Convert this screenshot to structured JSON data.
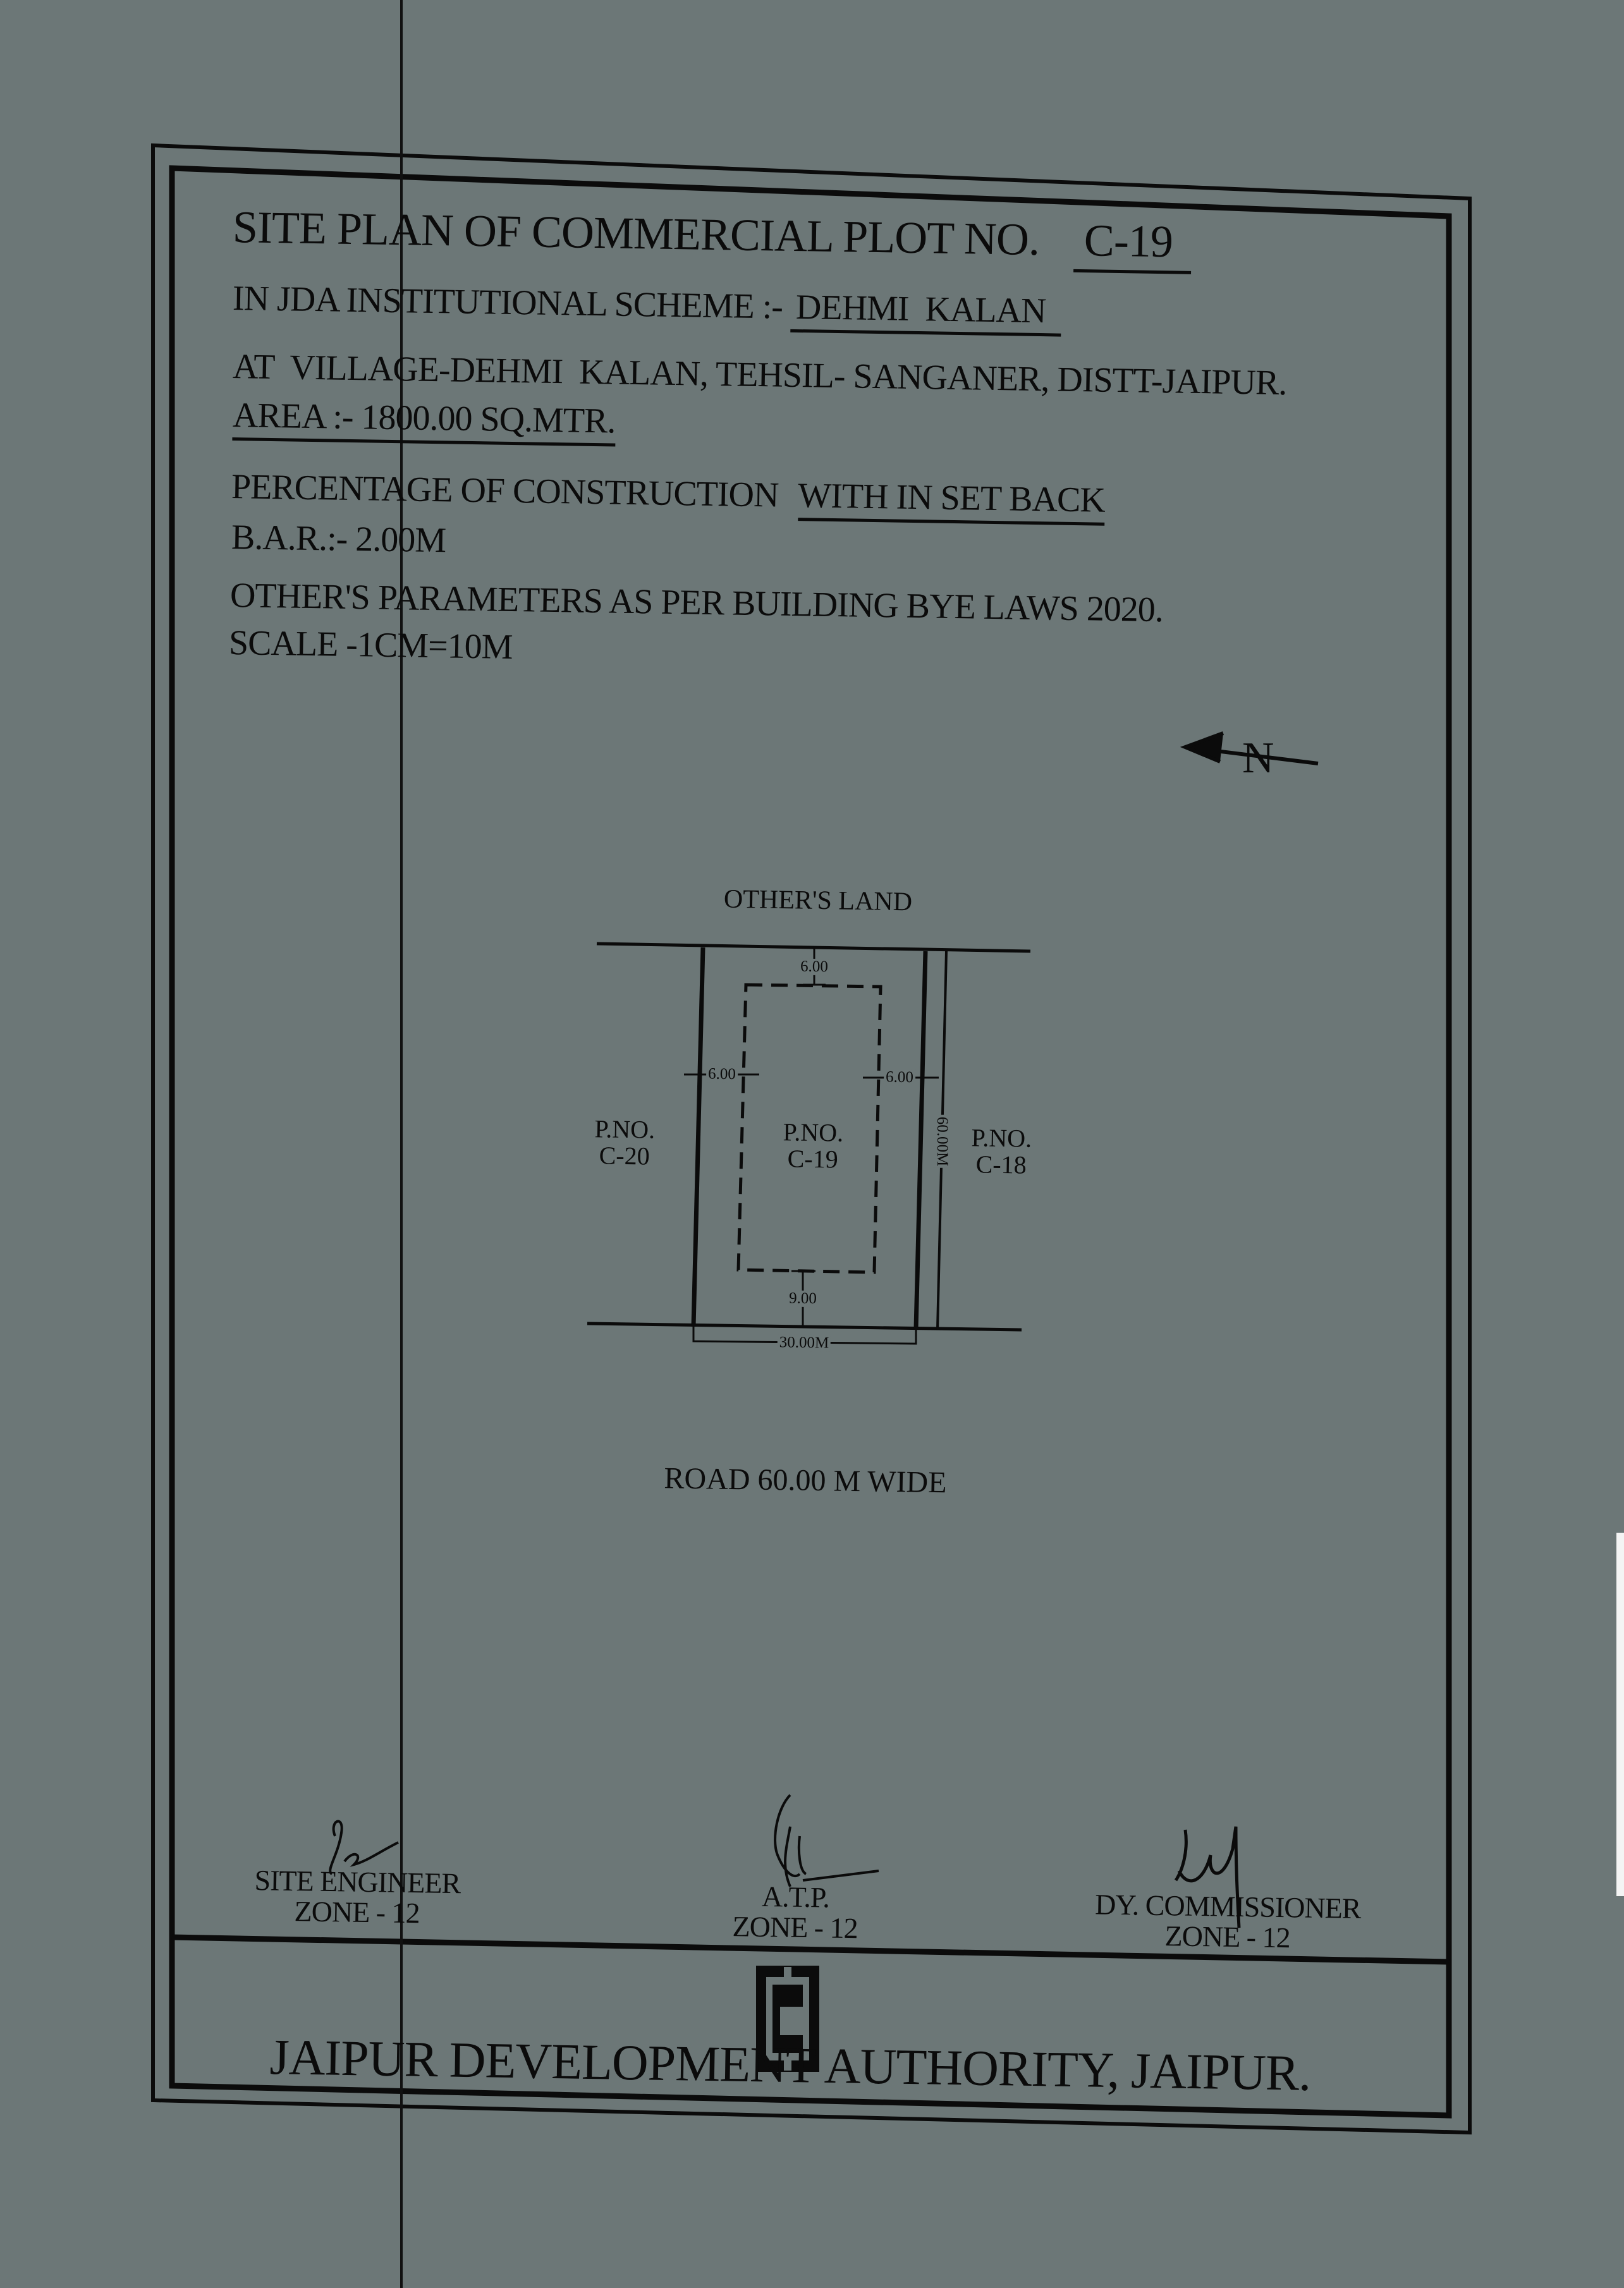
{
  "header": {
    "title_prefix": "SITE PLAN OF COMMERCIAL PLOT NO.",
    "plot_no": "C-19",
    "scheme_label": "IN JDA INSTITUTIONAL SCHEME :-",
    "scheme_name": "DEHMI  KALAN",
    "location": "AT  VILLAGE-DEHMI  KALAN, TEHSIL- SANGANER, DISTT-JAIPUR.",
    "area": "AREA :- 1800.00 SQ.MTR.",
    "construction_label": "PERCENTAGE OF CONSTRUCTION",
    "construction_value": "WITH IN SET BACK",
    "bar": "B.A.R.:- 2.00M",
    "parameters": "OTHER'S PARAMETERS AS PER BUILDING BYE LAWS 2020.",
    "scale": "SCALE -1CM=10M"
  },
  "north_label": "N",
  "plan": {
    "top_label": "OTHER'S LAND",
    "bottom_label": "ROAD 60.00 M WIDE",
    "left_plot": {
      "line1": "P.NO.",
      "line2": "C-20"
    },
    "center_plot": {
      "line1": "P.NO.",
      "line2": "C-19"
    },
    "right_plot": {
      "line1": "P.NO.",
      "line2": "C-18"
    },
    "setback_front": "6.00",
    "setback_left": "6.00",
    "setback_right": "6.00",
    "setback_rear": "9.00",
    "width_dim": "30.00M",
    "depth_dim": "60.00M"
  },
  "signatures": [
    {
      "title": "SITE ENGINEER",
      "zone": "ZONE - 12"
    },
    {
      "title": "A.T.P.",
      "zone": "ZONE - 12"
    },
    {
      "title": "DY. COMMISSIONER",
      "zone": "ZONE - 12"
    }
  ],
  "footer": {
    "authority": "JAIPUR DEVELOPMENT AUTHORITY, JAIPUR."
  }
}
